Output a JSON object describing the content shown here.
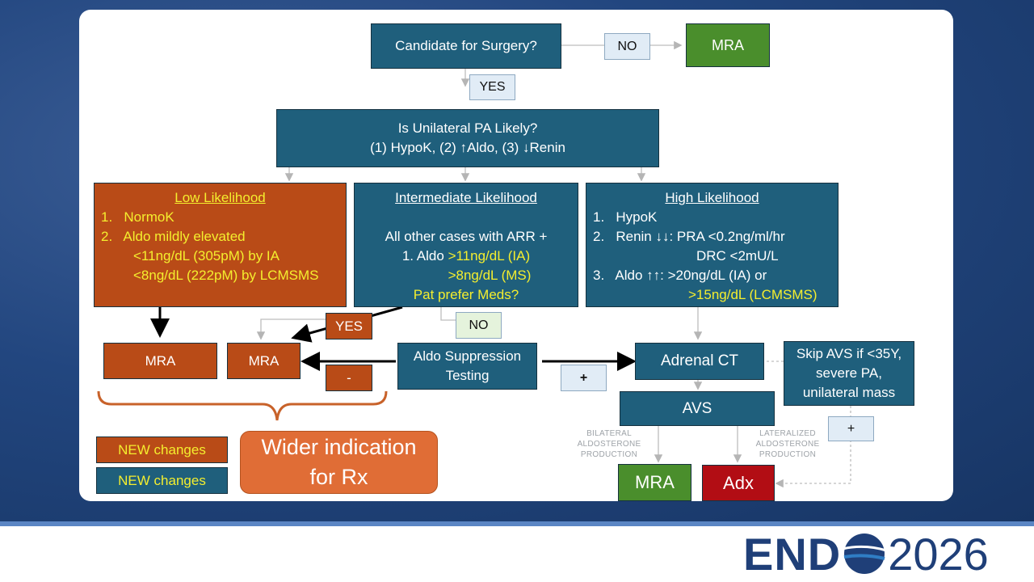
{
  "colors": {
    "teal": "#1f5f7c",
    "rust": "#b94b17",
    "green": "#4a8e2c",
    "red": "#b20d14",
    "yellow_text": "#f4ee2e",
    "logo_blue": "#1f3f78"
  },
  "flow": {
    "candidate": "Candidate for Surgery?",
    "no_tag_top": "NO",
    "mra_top": "MRA",
    "yes_tag_top": "YES",
    "unilateral": {
      "line1": "Is Unilateral PA Likely?",
      "line2": "(1) HypoK, (2) ↑Aldo, (3) ↓Renin"
    },
    "low": {
      "title": "Low Likelihood",
      "item1": "1.   NormoK",
      "item2": "2.   Aldo mildly elevated",
      "sub1": "<11ng/dL (305pM) by IA",
      "sub2": "<8ng/dL (222pM) by LCMSMS"
    },
    "intermediate": {
      "title": "Intermediate Likelihood",
      "line1": "All other cases with ARR +",
      "line2_a": "1. Aldo ",
      "line2_b": ">11ng/dL (IA)",
      "line3": ">8ng/dL (MS)",
      "line4": "Pat prefer Meds?"
    },
    "high": {
      "title": "High Likelihood",
      "item1": "1.   HypoK",
      "item2": "2.   Renin ↓↓: PRA <0.2ng/ml/hr",
      "item2b": "DRC <2mU/L",
      "item3": "3.   Aldo ↑↑: >20ng/dL (IA) or",
      "item3b": ">15ng/dL (LCMSMS)"
    },
    "yes_tag_mid": "YES",
    "no_tag_mid": "NO",
    "mra_left": "MRA",
    "mra_mid": "MRA",
    "minus_tag": "-",
    "aldo_suppression": {
      "line1": "Aldo Suppression",
      "line2": "Testing"
    },
    "plus_tag_mid": "+",
    "adrenal_ct": "Adrenal CT",
    "skip_avs": {
      "line1": "Skip AVS if <35Y,",
      "line2": "severe PA,",
      "line3": "unilateral mass"
    },
    "plus_tag_right": "+",
    "avs": "AVS",
    "bilateral_label": {
      "line1": "BILATERAL",
      "line2": "ALDOSTERONE",
      "line3": "PRODUCTION"
    },
    "lateralized_label": {
      "line1": "LATERALIZED",
      "line2": "ALDOSTERONE",
      "line3": "PRODUCTION"
    },
    "mra_bottom": "MRA",
    "adx": "Adx"
  },
  "legend": {
    "rust_label": "NEW changes",
    "teal_label": "NEW changes"
  },
  "callout": {
    "line1": "Wider indication",
    "line2": "for Rx"
  },
  "logo": {
    "left": "END",
    "right": "2026"
  }
}
